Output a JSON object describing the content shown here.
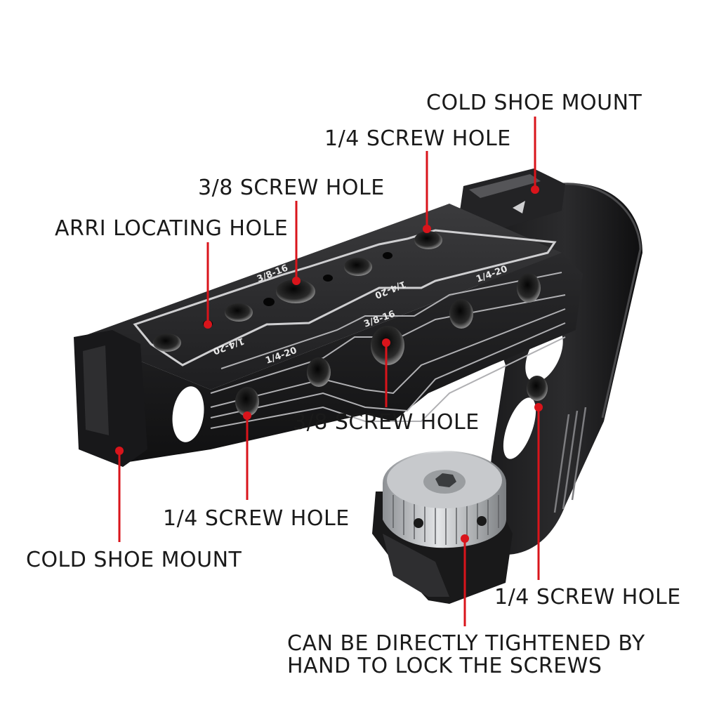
{
  "colors": {
    "leader": "#d9141b",
    "metal": "#1b1b1c",
    "metal_edge": "#3a3a3c",
    "highlight": "#d0d0d0",
    "knob": "#b9bcbf"
  },
  "labels": {
    "cold_shoe_top": "COLD SHOE MOUNT",
    "screw_14_top": "1/4 SCREW HOLE",
    "screw_38_top": "3/8 SCREW HOLE",
    "arri": "ARRI LOCATING HOLE",
    "screw_38_mid": "3/8 SCREW HOLE",
    "screw_14_bottom": "1/4 SCREW HOLE",
    "cold_shoe_bottom": "COLD SHOE MOUNT",
    "screw_14_right": "1/4 SCREW HOLE",
    "tighten": "CAN BE DIRECTLY TIGHTENED BY\nHAND TO LOCK THE SCREWS"
  },
  "engravings": {
    "top_38": "3/8-16",
    "top_14_right": "1/4-20",
    "top_14_left": "1/4-20",
    "side_14_left": "1/4-20",
    "side_38": "3/8-16",
    "side_14_right": "1/4-20"
  }
}
